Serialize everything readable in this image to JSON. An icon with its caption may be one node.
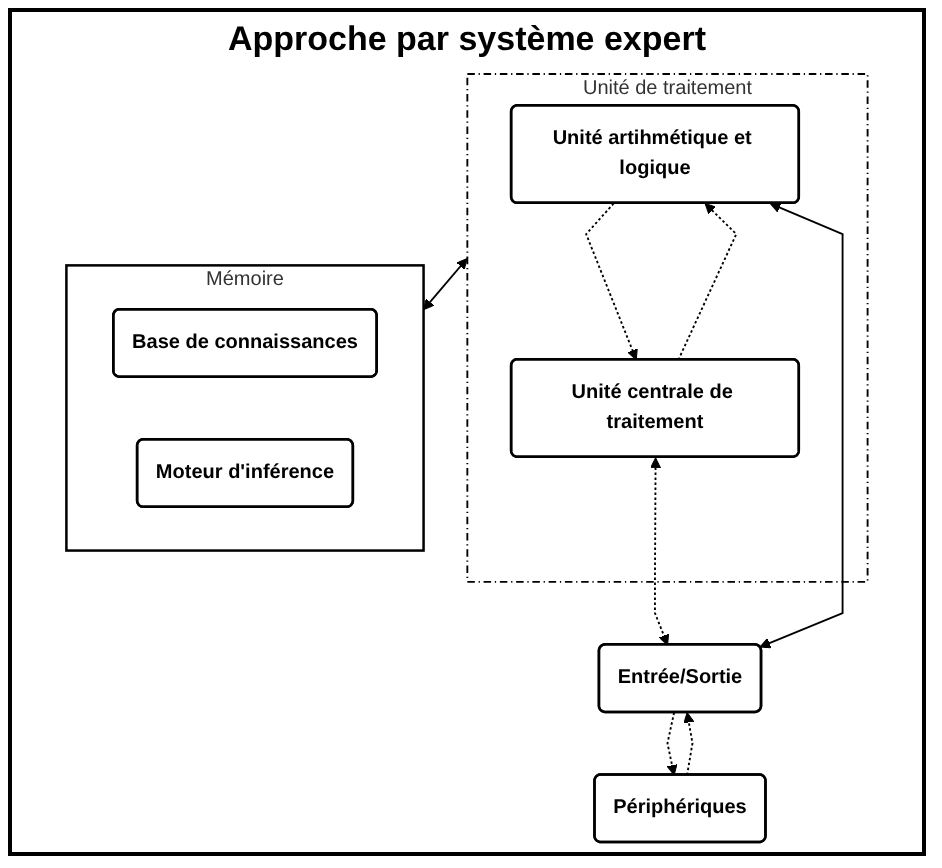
{
  "diagram": {
    "title": "Approche par système expert",
    "nodes": [
      {
        "text": [
          "Unité de traitement"
        ]
      },
      {
        "text": [
          "Unité artihmétique et logique"
        ],
        "in": 0
      },
      {
        "text": [
          "Unité centrale de traitement"
        ],
        "in": 0
      },
      {
        "text": [
          "Entrée/Sortie"
        ]
      },
      {
        "text": [
          "Périphériques"
        ]
      },
      {
        "text": [
          "Mémoire"
        ]
      },
      {
        "text": [
          "Base de connaissances"
        ],
        "in": 5
      },
      {
        "text": [
          "Moteur d'inférence"
        ],
        "in": 5
      }
    ],
    "edges": [
      {
        "from": 1,
        "to": 2,
        "arrow": "to",
        "style": "dashed"
      },
      {
        "from": 2,
        "to": 1,
        "arrow": "to",
        "style": "dashed"
      },
      {
        "from": 2,
        "to": 3,
        "arrow": "both",
        "style": "dashed"
      },
      {
        "from": 3,
        "to": 4,
        "arrow": "to",
        "style": "dashed"
      },
      {
        "from": 4,
        "to": 3,
        "arrow": "to",
        "style": "dashed"
      },
      {
        "from": 0,
        "to": 5,
        "arrow": "both"
      },
      {
        "from": 1,
        "to": 3,
        "arrow": "both"
      }
    ]
  }
}
